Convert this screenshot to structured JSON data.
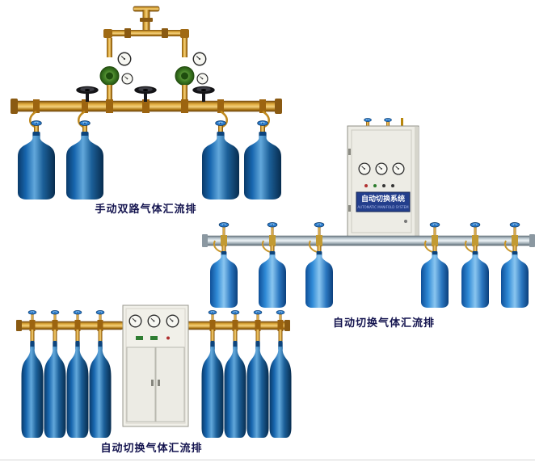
{
  "captions": {
    "product1": "手动双路气体汇流排",
    "product2": "自动切换气体汇流排",
    "product3": "自动切换气体汇流排"
  },
  "cabinet_panel": {
    "title": "自动切换系统",
    "subtitle": "AUTOMATIC MANIFOLD SYSTEM"
  },
  "colors": {
    "background": "#ffffff",
    "caption_text": "#14144f",
    "cylinder_blue_dark": "#0a3a69",
    "cylinder_blue_bright": "#2f8ad6",
    "brass_pipe": "#d9a437",
    "steel_pipe": "#c6d2d9",
    "cabinet_body": "#edece5",
    "regulator_green": "#3f7d24"
  }
}
